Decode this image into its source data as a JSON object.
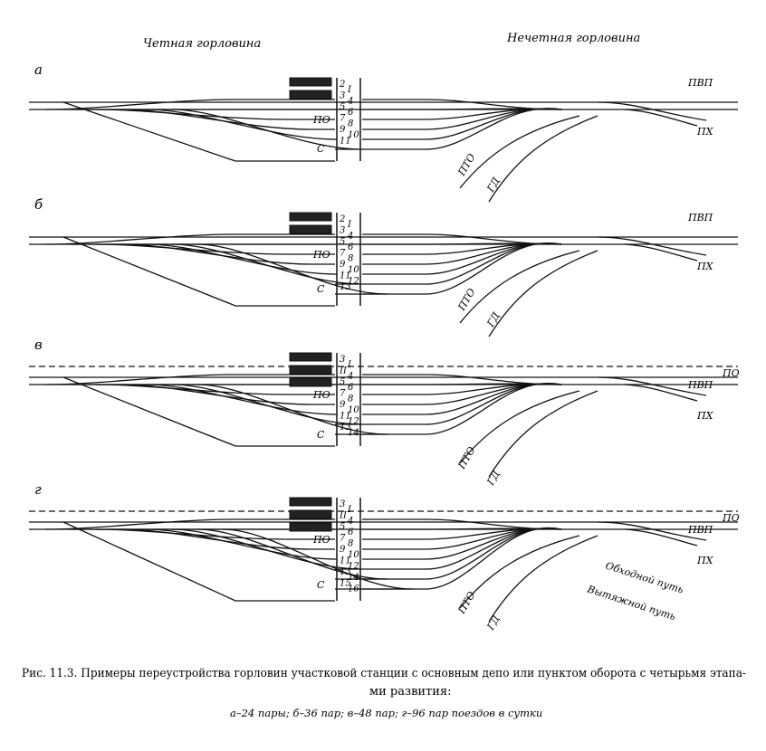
{
  "headers": {
    "left": "Четная горловина",
    "right": "Нечетная горловина"
  },
  "panels": [
    {
      "letter": "а",
      "track_numbers_left": [
        "2",
        "3",
        "5",
        "7",
        "9",
        "11"
      ],
      "track_numbers_right": [
        "I",
        "4",
        "6",
        "8",
        "10"
      ],
      "labels": {
        "po": "ПО",
        "s": "С",
        "pvp": "ПВП",
        "ph": "ПХ",
        "pto": "ПТО",
        "gd": "ГД"
      }
    },
    {
      "letter": "б",
      "track_numbers_left": [
        "2",
        "3",
        "5",
        "7",
        "9",
        "11",
        "13"
      ],
      "track_numbers_right": [
        "I",
        "4",
        "6",
        "8",
        "10",
        "12"
      ],
      "labels": {
        "po": "ПО",
        "s": "С",
        "pvp": "ПВП",
        "ph": "ПХ",
        "pto": "ПТО",
        "gd": "ГД"
      }
    },
    {
      "letter": "в",
      "track_numbers_left": [
        "3",
        "II",
        "5",
        "7",
        "9",
        "11",
        "13"
      ],
      "track_numbers_right": [
        "I",
        "4",
        "6",
        "8",
        "10",
        "12",
        "14"
      ],
      "labels": {
        "po": "ПО",
        "s": "С",
        "po_right": "ПО",
        "pvp": "ПВП",
        "ph": "ПХ",
        "pto": "ПТО",
        "gd": "ГД"
      }
    },
    {
      "letter": "г",
      "track_numbers_left": [
        "3",
        "II",
        "5",
        "7",
        "9",
        "11",
        "13",
        "15"
      ],
      "track_numbers_right": [
        "I",
        "4",
        "6",
        "8",
        "10",
        "12",
        "14",
        "16"
      ],
      "labels": {
        "po": "ПО",
        "s": "С",
        "po_right": "ПО",
        "pvp": "ПВП",
        "ph": "ПХ",
        "pto": "ПТО",
        "gd": "ГД",
        "obhodnoy": "Обходной путь",
        "vytyazhnoy": "Вытяжной путь"
      }
    }
  ],
  "caption": {
    "line1": "Рис. 11.3. Примеры переустройства горловин участковой станции с основным депо или пунктом оборота с четырьмя этапа-",
    "line2": "ми развития:",
    "line3": "а–24 пары; б–36 пар; в–48 пар; г–96 пар поездов в сутки"
  }
}
